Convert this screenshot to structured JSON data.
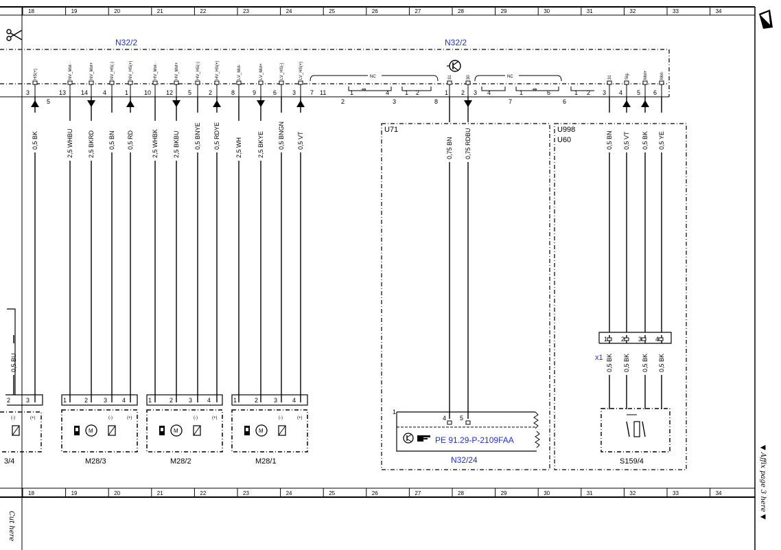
{
  "ruler": {
    "top_numbers": [
      "18",
      "19",
      "20",
      "21",
      "22",
      "23",
      "24",
      "25",
      "26",
      "27",
      "28",
      "29",
      "30",
      "31",
      "32",
      "33",
      "34"
    ],
    "bottom_numbers": [
      "18",
      "19",
      "20",
      "21",
      "22",
      "23",
      "24",
      "25",
      "26",
      "27",
      "28",
      "29",
      "30",
      "31",
      "32",
      "33",
      "34"
    ]
  },
  "components": {
    "n32_2_left": "N32/2",
    "n32_2_right": "N32/2",
    "u71": "U71",
    "u998": "U998",
    "u60": "U60",
    "n32_24": "N32/24",
    "x1": "x1",
    "m28_3": "M28/3",
    "m28_2": "M28/2",
    "m28_1": "M28/1",
    "m28_4_partial": "3/4",
    "s159_4": "S159/4",
    "reference": "PE 91.29-P-2109FAA"
  },
  "connector_signals": [
    {
      "signal": "HS(+)",
      "pin": "3"
    },
    {
      "signal": "NV_Mot-",
      "pin": "13"
    },
    {
      "signal": "NV_Mot+",
      "pin": "14"
    },
    {
      "signal": "NV_HS(-)",
      "pin": "4"
    },
    {
      "signal": "NV_HS(+)",
      "pin": "1"
    },
    {
      "signal": "HV_Mot-",
      "pin": "10"
    },
    {
      "signal": "HV_Mot+",
      "pin": "12"
    },
    {
      "signal": "HV_HS(-)",
      "pin": "5"
    },
    {
      "signal": "HV_HS(+)",
      "pin": "2"
    },
    {
      "signal": "LV_Mot-",
      "pin": "8"
    },
    {
      "signal": "LV_Mot+",
      "pin": "9"
    },
    {
      "signal": "LV_HS(-)",
      "pin": "6"
    },
    {
      "signal": "LV_HS(+)",
      "pin": "3"
    },
    {
      "signal": "31",
      "pin": "1"
    },
    {
      "signal": "30",
      "pin": "2"
    },
    {
      "signal": "31",
      "pin": "3"
    },
    {
      "signal": "Sig.",
      "pin": "4"
    },
    {
      "signal": "Mot+",
      "pin": "5"
    },
    {
      "signal": "Mot-",
      "pin": "6"
    }
  ],
  "connector_groups": [
    "5",
    "2",
    "3",
    "8",
    "7",
    "6"
  ],
  "nc_label": "NC",
  "wires": [
    "0,5 BK",
    "2,5 WHBU",
    "2,5 BKRD",
    "0,5 BN",
    "0,5 RD",
    "2,5 WHBK",
    "2,5 BKBU",
    "0,5 BNYE",
    "0,5 RDYE",
    "2,5 WH",
    "2,5 BKYE",
    "0,5 BNGN",
    "0,5 VT",
    "0,75 BN",
    "0,75 RDBU",
    "0,5 BN",
    "0,5 VT",
    "0,5 BK",
    "0,5 YE",
    "0,5 BU",
    "0,5 BK",
    "0,5 BK",
    "0,5 BK",
    "0,5 BK"
  ],
  "motor_pins": [
    "1",
    "2",
    "3",
    "4"
  ],
  "motor_pin_marks": [
    "(-)",
    "(+)"
  ],
  "x1_pins": [
    "1",
    "2",
    "3",
    "4"
  ],
  "n32_24_pins": [
    "1",
    "4",
    "5"
  ],
  "partial_pins": [
    "2",
    "3"
  ],
  "side_text": {
    "cut_here": "Cut here",
    "affix": "▼ Affix page 3 here ▼"
  },
  "colors": {
    "accent_blue": "#1f2fd1",
    "line": "#000000"
  }
}
